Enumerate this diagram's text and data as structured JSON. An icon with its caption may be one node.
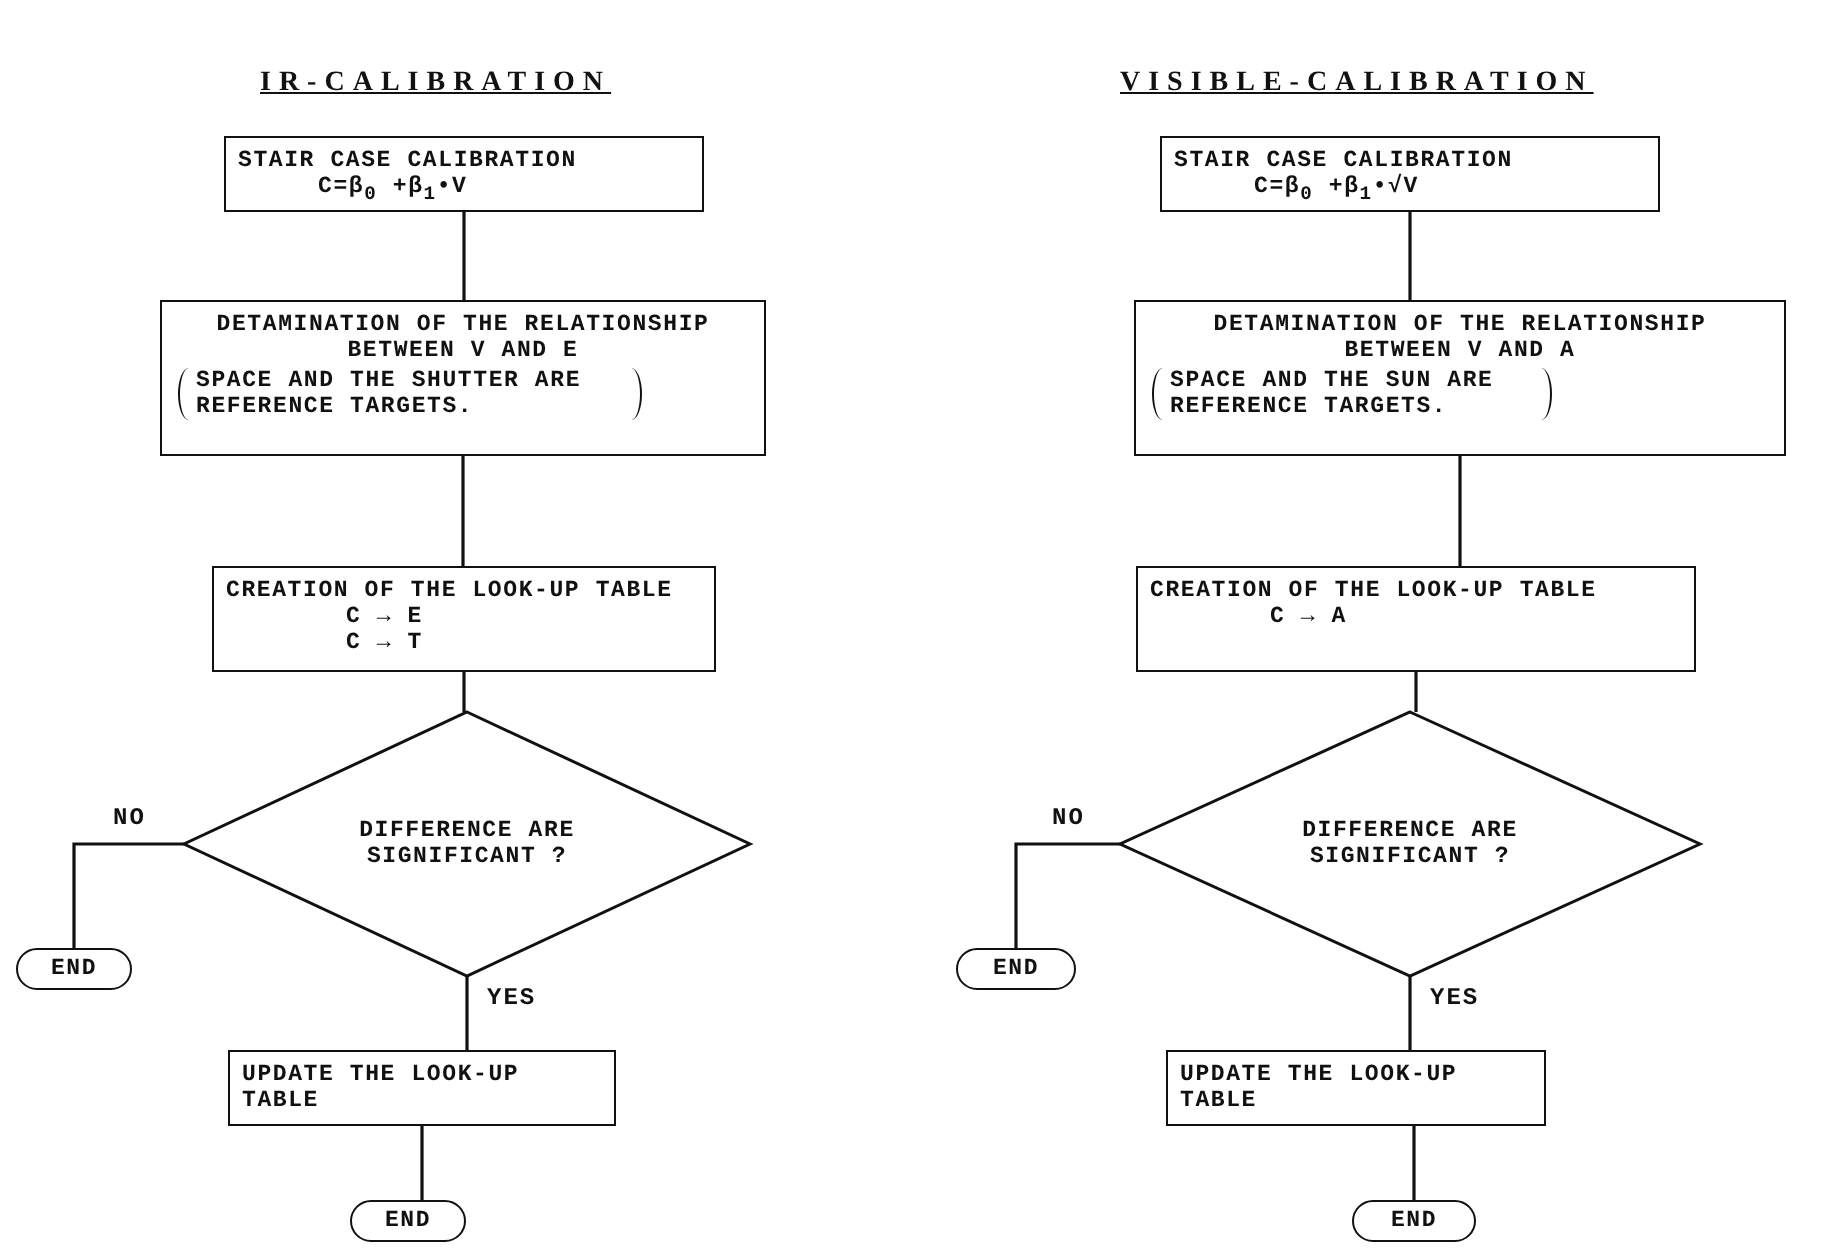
{
  "diagram": {
    "nodes": [
      {
        "text": [
          "STAIR CASE CALIBRATION",
          "C=β$_{0}$ +β$_{1}$•V"
        ]
      },
      {
        "text": [
          "DETAMINATION OF THE RELATIONSHIP BETWEEN V AND E",
          "SPACE AND THE SHUTTER ARE REFERENCE TARGETS."
        ]
      },
      {
        "text": [
          "CREATION OF THE LOOK-UP TABLE",
          "C → E",
          "C → T"
        ]
      },
      {
        "text": [
          "DIFFERENCE ARE SIGNIFICANT ?"
        ]
      },
      {
        "text": [
          "END"
        ]
      },
      {
        "text": [
          "UPDATE THE LOOK-UP TABLE"
        ]
      },
      {
        "text": [
          "END"
        ]
      },
      {
        "text": [
          "STAIR CASE CALIBRATION",
          "C=β$_{0}$ +β$_{1}$•√V"
        ]
      },
      {
        "text": [
          "DETAMINATION OF THE RELATIONSHIP BETWEEN V AND A",
          "SPACE AND THE SUN ARE REFERENCE TARGETS."
        ]
      },
      {
        "text": [
          "CREATION OF THE LOOK-UP TABLE",
          "C → A"
        ]
      },
      {
        "text": [
          "DIFFERENCE ARE SIGNIFICANT ?"
        ]
      },
      {
        "text": [
          "END"
        ]
      },
      {
        "text": [
          "UPDATE THE LOOK-UP TABLE"
        ]
      },
      {
        "text": [
          "END"
        ]
      }
    ],
    "edges": [
      {
        "from": 0,
        "to": 1,
        "arrow": "none"
      },
      {
        "from": 1,
        "to": 2,
        "arrow": "none"
      },
      {
        "from": 2,
        "to": 3,
        "arrow": "none"
      },
      {
        "from": 3,
        "to": 4,
        "arrow": "none",
        "label": "NO"
      },
      {
        "from": 3,
        "to": 5,
        "arrow": "none",
        "label": "YES"
      },
      {
        "from": 5,
        "to": 6,
        "arrow": "none"
      },
      {
        "from": 7,
        "to": 8,
        "arrow": "none"
      },
      {
        "from": 8,
        "to": 9,
        "arrow": "none"
      },
      {
        "from": 9,
        "to": 10,
        "arrow": "none"
      },
      {
        "from": 10,
        "to": 11,
        "arrow": "none",
        "label": "NO"
      },
      {
        "from": 10,
        "to": 12,
        "arrow": "none",
        "label": "YES"
      },
      {
        "from": 12,
        "to": 13,
        "arrow": "none"
      }
    ],
    "labels": [
      "IR-CALIBRATION",
      "VISIBLE-CALIBRATION"
    ]
  }
}
